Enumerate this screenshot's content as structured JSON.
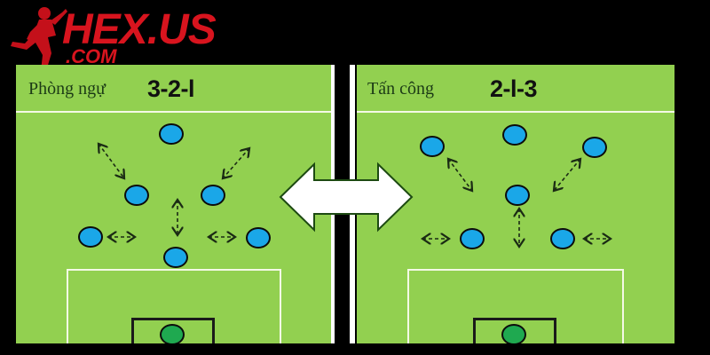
{
  "logo": {
    "brand": "HEX.US",
    "domain": ".COM",
    "icon": "soccer-player-icon",
    "color": "#d8141e"
  },
  "colors": {
    "pitch": "#92d050",
    "lines": "#f4f9e6",
    "outfield_player": "#1aa7e8",
    "goalkeeper": "#1fa950",
    "background": "#000000"
  },
  "center_arrow": {
    "icon": "double-arrow-icon",
    "meaning": "switch between formations"
  },
  "panels": [
    {
      "mode": "Phòng ngự",
      "formation": "3-2-l",
      "players": 6,
      "goalkeeper": 1
    },
    {
      "mode": "Tấn công",
      "formation": "2-l-3",
      "players": 6,
      "goalkeeper": 1
    }
  ]
}
